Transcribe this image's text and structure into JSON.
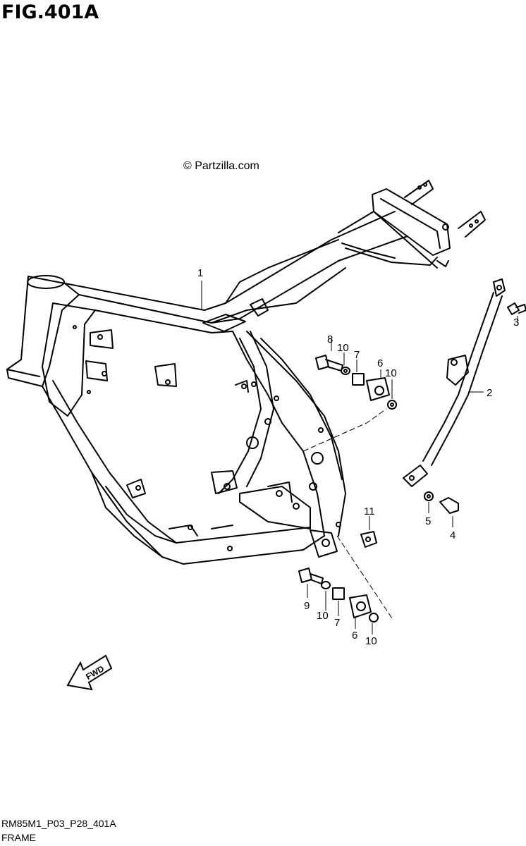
{
  "figure": {
    "title": "FIG.401A",
    "copyright": "© Partzilla.com",
    "fwd_label": "FWD",
    "footer_code": "RM85M1_P03_P28_401A",
    "footer_name": "FRAME"
  },
  "callouts": [
    {
      "id": "c1",
      "text": "1"
    },
    {
      "id": "c2",
      "text": "2"
    },
    {
      "id": "c3",
      "text": "3"
    },
    {
      "id": "c4",
      "text": "4"
    },
    {
      "id": "c5",
      "text": "5"
    },
    {
      "id": "c6a",
      "text": "6"
    },
    {
      "id": "c6b",
      "text": "6"
    },
    {
      "id": "c7a",
      "text": "7"
    },
    {
      "id": "c7b",
      "text": "7"
    },
    {
      "id": "c8",
      "text": "8"
    },
    {
      "id": "c9",
      "text": "9"
    },
    {
      "id": "c10a",
      "text": "10"
    },
    {
      "id": "c10b",
      "text": "10"
    },
    {
      "id": "c10c",
      "text": "10"
    },
    {
      "id": "c10d",
      "text": "10"
    },
    {
      "id": "c11",
      "text": "11"
    }
  ]
}
